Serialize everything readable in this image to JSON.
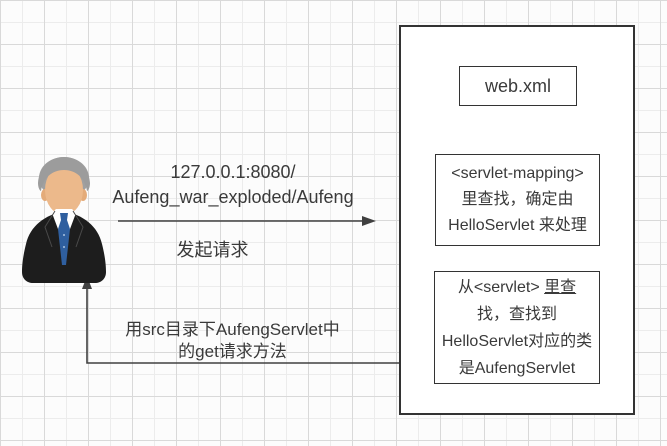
{
  "diagram": {
    "request": {
      "url_line1": "127.0.0.1:8080/",
      "url_line2": "Aufeng_war_exploded/Aufeng",
      "action_label": "发起请求"
    },
    "server": {
      "web_xml_label": "web.xml",
      "mapping_box": {
        "line1": "<servlet-mapping>",
        "line2": "里查找，确定由",
        "line3": "HelloServlet 来处理"
      },
      "servlet_box": {
        "line1_prefix": "从<servlet> ",
        "line1_underline": "里查",
        "line2": "找，查找到",
        "line3": "HelloServlet对应的类",
        "line4": "是AufengServlet"
      }
    },
    "response": {
      "line1": "用src目录下AufengServlet中",
      "line2": "的get请求方法"
    },
    "colors": {
      "box_border": "#333333",
      "text": "#3a3a3a",
      "arrow": "#404040",
      "grid_major": "#d9d9d9",
      "grid_minor": "#ececec",
      "avatar_suit": "#1d1d1d",
      "avatar_tie": "#2f5f9f",
      "avatar_face": "#ecb98b",
      "avatar_hair": "#9c9c9c"
    }
  }
}
